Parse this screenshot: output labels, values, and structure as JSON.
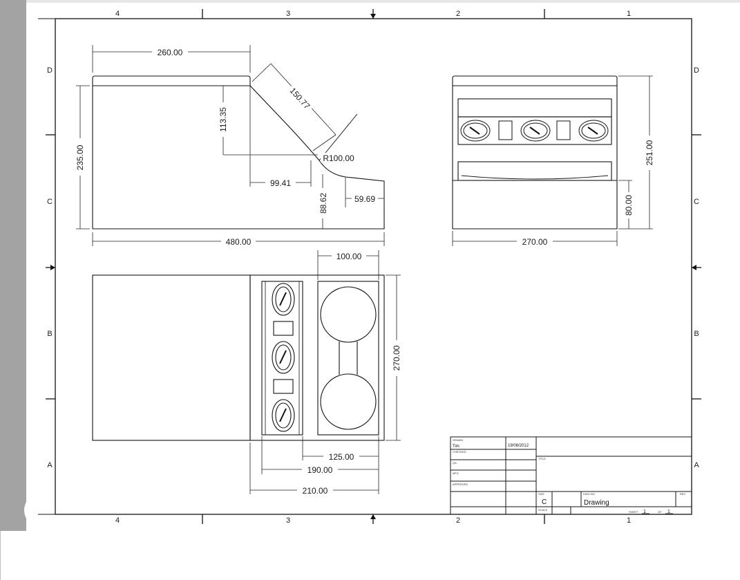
{
  "sheet": {
    "zones_columns": [
      "4",
      "3",
      "2",
      "1"
    ],
    "zones_rows": [
      "D",
      "C",
      "B",
      "A"
    ]
  },
  "dimensions": {
    "side_top_length": "260.00",
    "side_slope_length": "150.77",
    "side_drop": "113.35",
    "side_total_height": "235.00",
    "side_radius": "R100.00",
    "side_offset_x": "99.41",
    "side_low_height": "88.62",
    "side_end_width": "59.69",
    "side_total_length": "480.00",
    "front_height": "251.00",
    "front_lower_height": "80.00",
    "front_width": "270.00",
    "plan_cup_width": "100.00",
    "plan_width": "270.00",
    "plan_125": "125.00",
    "plan_190": "190.00",
    "plan_210": "210.00"
  },
  "title_block": {
    "drawn_label": "DRAWN",
    "drawn_by": "Tim",
    "date": "19/08/2012",
    "checked_label": "CHECKED",
    "qa_label": "QA",
    "mfg_label": "MFG",
    "approved_label": "APPROVED",
    "title_label": "TITLE",
    "size_label": "SIZE",
    "size": "C",
    "dwg_no_label": "DWG NO",
    "dwg_no": "Drawing",
    "rev_label": "REV",
    "scale_label": "SCALE",
    "sheet_label": "SHEET",
    "sheet_num": "1",
    "of_label": "OF",
    "sheet_total": "1"
  }
}
